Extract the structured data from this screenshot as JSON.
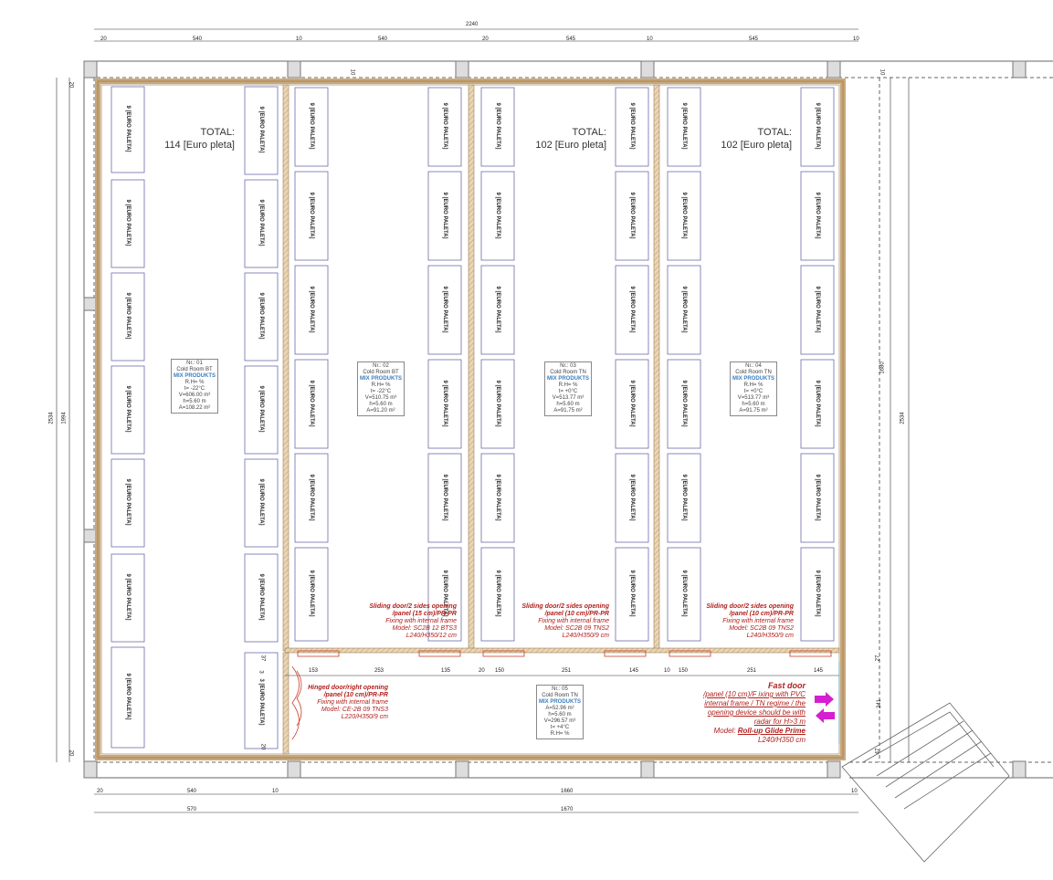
{
  "drawing": {
    "top_dims": {
      "total": "2240",
      "segments": [
        "20",
        "540",
        "10",
        "540",
        "20",
        "545",
        "10",
        "545",
        "10"
      ]
    },
    "bottom_dims": {
      "row1": [
        "20",
        "540",
        "10",
        "1660",
        "10"
      ],
      "row2": [
        "570",
        "1670"
      ]
    },
    "left_dims": [
      "2534",
      "1994"
    ],
    "right_dims": [
      "2534",
      "1680",
      "47",
      "241",
      "27"
    ],
    "misc_dims": [
      "10",
      "10",
      "20",
      "20"
    ],
    "door_dims": [
      "153",
      "253",
      "135",
      "20",
      "150",
      "251",
      "145",
      "10",
      "150",
      "251",
      "145"
    ],
    "door_dims_left_v": [
      "37",
      "3",
      "20"
    ],
    "pallet_label": "9 [EURO PALETA]",
    "pallet_label_partial": "3 [EURO PALETA]",
    "totals": [
      {
        "label": "TOTAL:",
        "value": "114 [Euro pleta]"
      },
      {
        "label": "TOTAL:",
        "value": "102 [Euro pleta]"
      },
      {
        "label": "TOTAL:",
        "value": "102 [Euro pleta]"
      }
    ],
    "rooms": [
      {
        "nr": "Nr.: 01",
        "name": "Cold Room BT",
        "product": "MIX PRODUKTS",
        "lines": [
          "R.H= %",
          "t= -22°C",
          "V=606.00 m³",
          "h=5.60 m",
          "A=108.22 m²"
        ]
      },
      {
        "nr": "Nr.: 02",
        "name": "Cold Room BT",
        "product": "MIX PRODUKTS",
        "lines": [
          "R.H= %",
          "t= -22°C",
          "V=510.75 m³",
          "h=5.60 m",
          "A=91.20 m²"
        ]
      },
      {
        "nr": "Nr.: 03",
        "name": "Cold Room TN",
        "product": "MIX PRODUKTS",
        "lines": [
          "R.H= %",
          "t= +0°C",
          "V=513.77 m³",
          "h=5.60 m",
          "A=91.75 m²"
        ]
      },
      {
        "nr": "Nr.: 04",
        "name": "Cold Room TN",
        "product": "MIX PRODUKTS",
        "lines": [
          "R.H= %",
          "t= +0°C",
          "V=513.77 m³",
          "h=5.60 m",
          "A=91.75 m²"
        ]
      },
      {
        "nr": "Nr.: 05",
        "name": "Cold Room TN",
        "product": "MIX PRODUKTS",
        "lines": [
          "A=52.96 m²",
          "h=5.60 m",
          "V=296.57 m³",
          "t= +4°C",
          "R.H= %"
        ]
      }
    ],
    "doors": [
      {
        "l1": "Sliding door/2 sides opening",
        "l2": "/panel (15 cm)/PR-PR",
        "l3": "Fixing with internal frame",
        "l4": "Model: SC2B 12 BTS3",
        "l5": "L240/H350/12 cm"
      },
      {
        "l1": "Sliding door/2 sides opening",
        "l2": "/panel (10 cm)/PR-PR",
        "l3": "Fixing with internal frame",
        "l4": "Model: SC2B 09 TNS2",
        "l5": "L240/H350/9 cm"
      },
      {
        "l1": "Sliding door/2 sides opening",
        "l2": "/panel (10 cm)/PR-PR",
        "l3": "Fixing with internal frame",
        "l4": "Model: SC2B 09 TNS2",
        "l5": "L240/H350/9 cm"
      }
    ],
    "hinged": {
      "l1": "Hinged door/right opening",
      "l2": "/panel (10 cm)/PR-PR",
      "l3": "Fixing with internal frame",
      "l4": "Model: CE-2B 09 TNS3",
      "l5": "L220/H350/9 cm"
    },
    "fast": {
      "l1": "Fast door",
      "l2": "/panel (10 cm)/F ixing with PVC",
      "l3": "internal frame / TN regime / the",
      "l4": "opening device should be with",
      "l5": "radar for H>3 m",
      "l6a": "Model: ",
      "l6b": "Roll-up Glide Prime",
      "l7": "L240/H350 cm"
    },
    "colors": {
      "wall": "#c9a97a",
      "line": "#555555",
      "door_text": "#b0211d",
      "arrow": "#d51fd1",
      "blue": "#3a7fc1"
    }
  }
}
